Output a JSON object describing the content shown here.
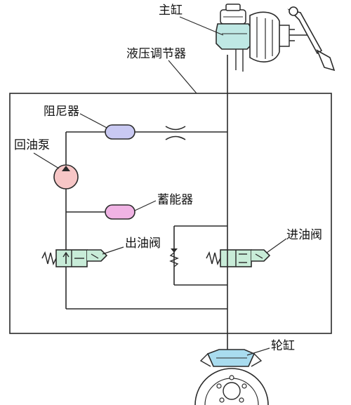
{
  "labels": {
    "master_cylinder": "主缸",
    "hydraulic_modulator": "液压调节器",
    "damper": "阻尼器",
    "return_pump": "回油泵",
    "accumulator": "蓄能器",
    "outlet_valve": "出油阀",
    "inlet_valve": "进油阀",
    "wheel_cylinder": "轮缸"
  },
  "colors": {
    "line": "#2a2a2a",
    "master_cylinder_fill": "#bfe8e4",
    "damper_fill": "#c9c9f2",
    "pump_fill": "#f7c6c6",
    "accumulator_fill": "#f0b3e4",
    "valve_fill": "#c8ecd8",
    "wheel_fill": "#a9dcef"
  }
}
